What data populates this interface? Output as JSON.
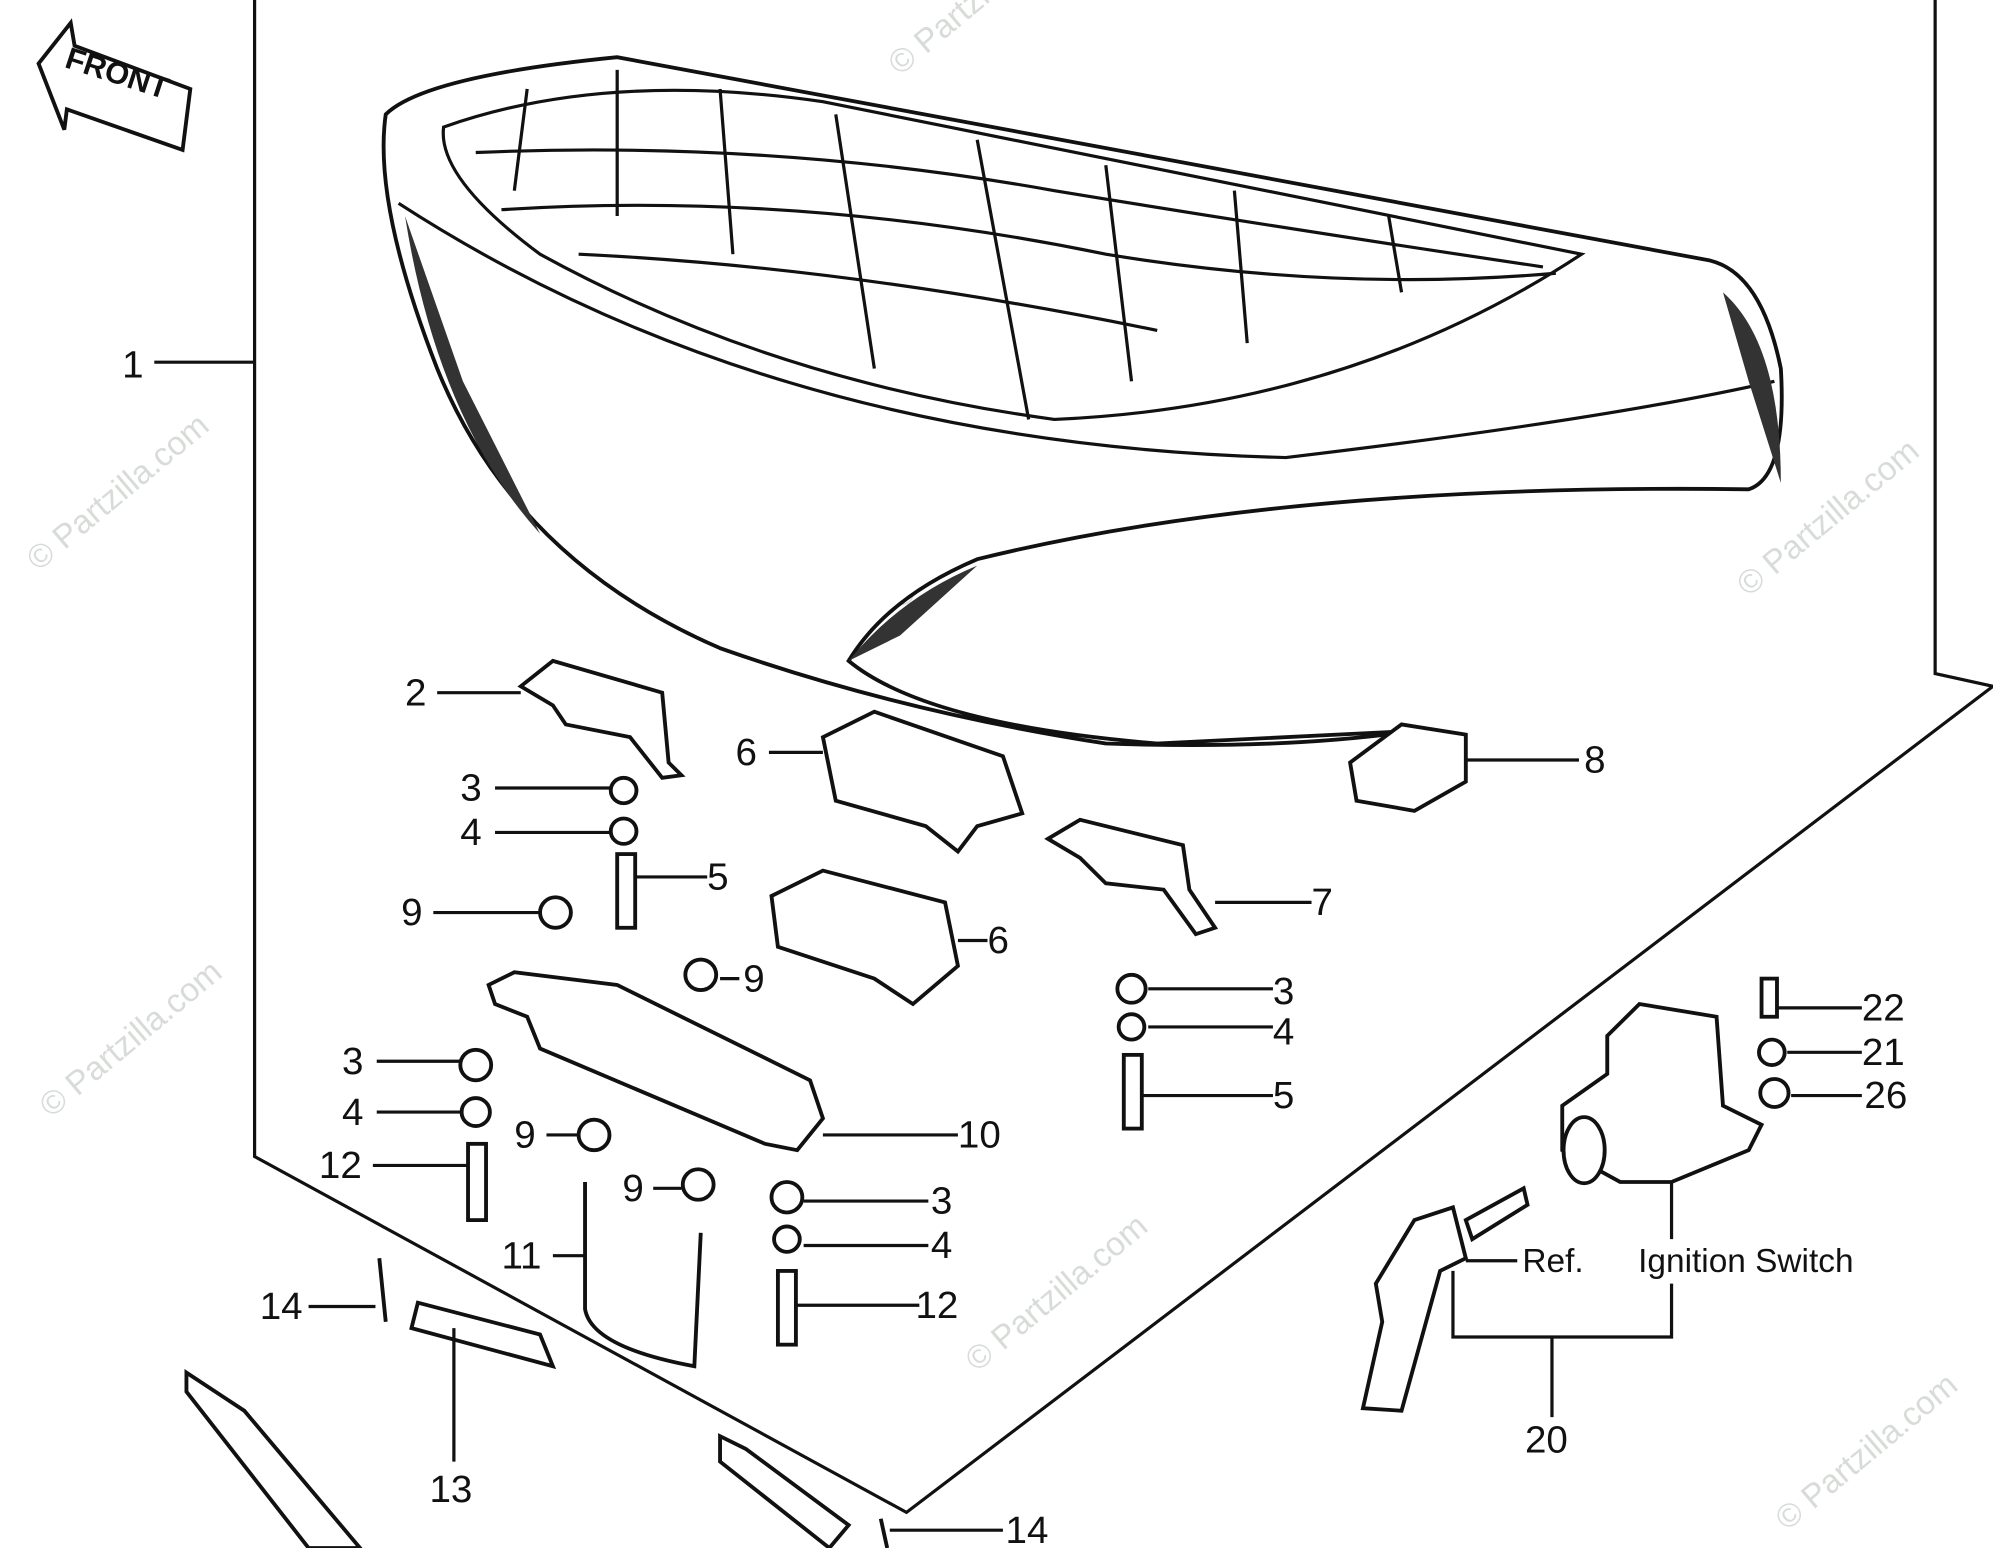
{
  "diagram": {
    "front_label": "FRONT",
    "watermark": "© Partzilla.com",
    "ref_label": "Ref.",
    "ignition_label": "Ignition Switch",
    "callouts": [
      "1",
      "2",
      "3",
      "4",
      "5",
      "9",
      "9",
      "6",
      "6",
      "7",
      "8",
      "3",
      "4",
      "5",
      "22",
      "21",
      "26",
      "3",
      "4",
      "9",
      "10",
      "12",
      "9",
      "3",
      "4",
      "12",
      "11",
      "14",
      "13",
      "14",
      "20"
    ]
  }
}
